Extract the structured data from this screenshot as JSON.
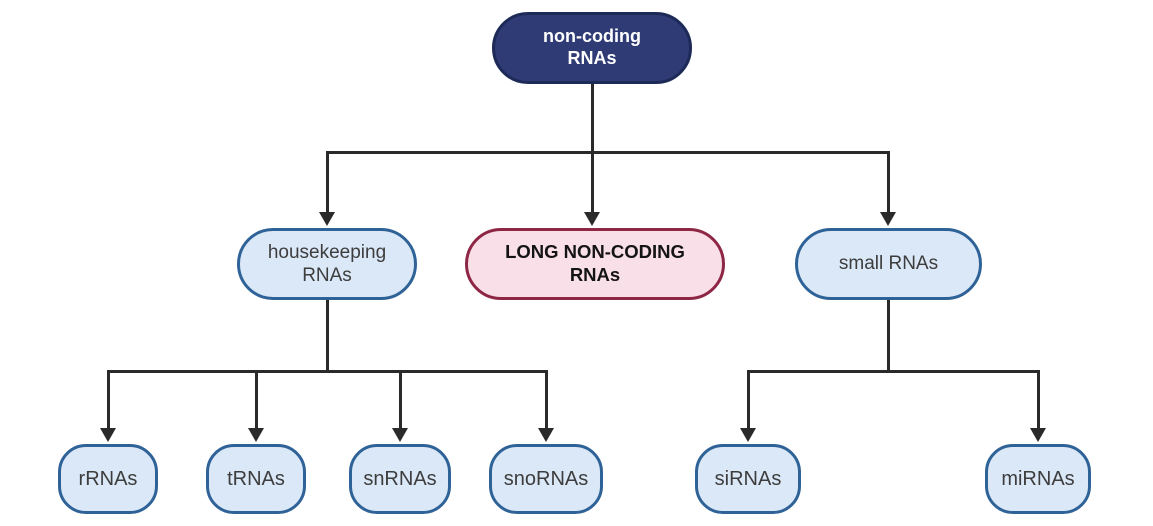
{
  "diagram": {
    "type": "flowchart",
    "topic": "classification of non-coding RNAs",
    "root": {
      "label": "non-coding RNAs",
      "fill": "#2e3b74",
      "border": "#1d2a57",
      "text_color": "#ffffff"
    },
    "branches": [
      {
        "label": "housekeeping RNAs",
        "style": "blue",
        "children": [
          {
            "label": "rRNAs"
          },
          {
            "label": "tRNAs"
          },
          {
            "label": "snRNAs"
          },
          {
            "label": "snoRNAs"
          }
        ]
      },
      {
        "label": "LONG NON-CODING RNAs",
        "style": "pink",
        "children": []
      },
      {
        "label": "small RNAs",
        "style": "blue",
        "children": [
          {
            "label": "siRNAs"
          },
          {
            "label": "miRNAs"
          }
        ]
      }
    ],
    "colors": {
      "background": "#ffffff",
      "navy_fill": "#2e3b74",
      "navy_border": "#1d2a57",
      "blue_fill": "#dbe8f7",
      "blue_border": "#2f6398",
      "pink_fill": "#f9dfe8",
      "pink_border": "#8e2746",
      "connector_line": "#2a2a2a",
      "text_dark": "#3d3d3d",
      "text_black": "#141414",
      "text_white": "#ffffff"
    }
  }
}
